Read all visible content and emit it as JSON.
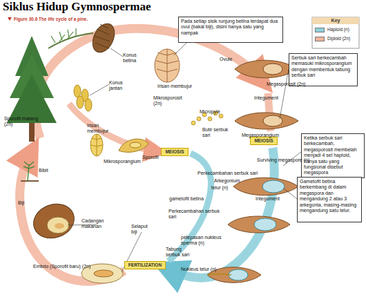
{
  "diagram": {
    "title": "Siklus Hidup Gymnospermae",
    "caption": "Figure 30.6 The life cycle of a pine.",
    "nodes": [
      {
        "text": [
          "Pada setiap sisik runjung betina terdapat dua ovul (bakal biji), disini hanya satu yang nampak"
        ]
      },
      {
        "text": [
          "Serbuk sari berkecambah memasuki mikrosporangium dengan membentuk tabung serbuk sari"
        ]
      },
      {
        "text": [
          "MEIOSIS"
        ]
      },
      {
        "text": [
          "MEIOSIS"
        ]
      },
      {
        "text": [
          "Ketika serbuk sari berkecambah, megasporosit membelah menjadi 4 sel haploid, hanya satu yang fungsional disebut megaspora"
        ]
      },
      {
        "text": [
          "Gametofit betina berkembang di dalam megaspora dan mengandung 2 atau 3 arkegonia, masing-masing mengandung satu telur."
        ]
      },
      {
        "text": [
          "FERTILIZATION"
        ]
      }
    ],
    "labels": [
      "Key",
      "Ovule",
      "Konus betina",
      "Konus jantan",
      "Irisan membujur",
      "Integument",
      "Megasporosit (2n)",
      "Mikrosporosit (2n)",
      "Micropyle",
      "Sporofit matang (2n)",
      "Butir serbuk sari",
      "Irisan membujur",
      "Megasporangium",
      "Sporofil",
      "Mikrosporangium",
      "Surviving megaspore (n)",
      "Bibit",
      "Perkecambahan serbuk sari",
      "Arkegonium",
      "telur (n)",
      "Integument",
      "gametofit betina",
      "Biji",
      "Perkecambahan serbuk sari",
      "Cadangan makanan",
      "Selaput biji",
      "pelepasan nukleus sperma (n)",
      "Tabung serbuk sari",
      "Nukleus telur (n)",
      "Embrio (Sporofit baru) (2n)"
    ],
    "legend": [
      {
        "text": "Haploid (n)",
        "color": "#8fd0dc"
      },
      {
        "text": "Diploid (2n)",
        "color": "#f2b49c"
      }
    ]
  }
}
